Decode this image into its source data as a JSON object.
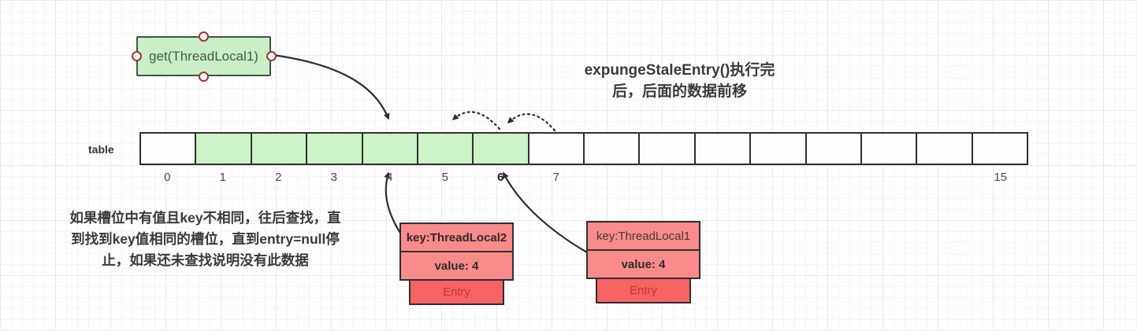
{
  "get_box": {
    "label": "get(ThreadLocal1)"
  },
  "title": {
    "line1": "expungeStaleEntry()执行完",
    "line2": "后，后面的数据前移"
  },
  "table": {
    "label": "table",
    "cell_count": 16,
    "green_indices": [
      1,
      2,
      3,
      4,
      5,
      6
    ],
    "index_labels": [
      "0",
      "1",
      "2",
      "3",
      "4",
      "5",
      "6",
      "7",
      "",
      "",
      "",
      "",
      "",
      "",
      "",
      "15"
    ],
    "bold_label": "6"
  },
  "note": {
    "line1": "如果槽位中有值且key不相同，往后查找，直",
    "line2": "到找到key值相同的槽位，直到entry=null停",
    "line3": "止，如果还未查找说明没有此数据"
  },
  "entries": [
    {
      "key": "key:ThreadLocal2",
      "value": "value: 4",
      "label": "Entry"
    },
    {
      "key": "key:ThreadLocal1",
      "value": "value: 4",
      "label": "Entry"
    }
  ],
  "colors": {
    "slot_green": "#ccf2c8",
    "box_green": "#c9efc9",
    "box_green_border": "#41543f",
    "entry_light_red": "#fa8b8b",
    "entry_dark_red": "#f76262",
    "entry_label_red": "#c0392b",
    "border_dark": "#2f2f2f",
    "handle_red": "#a83232",
    "arrow_black": "#2d2d2d",
    "grid_major": "#e9e9ee",
    "grid_minor": "#f4f4f6"
  }
}
